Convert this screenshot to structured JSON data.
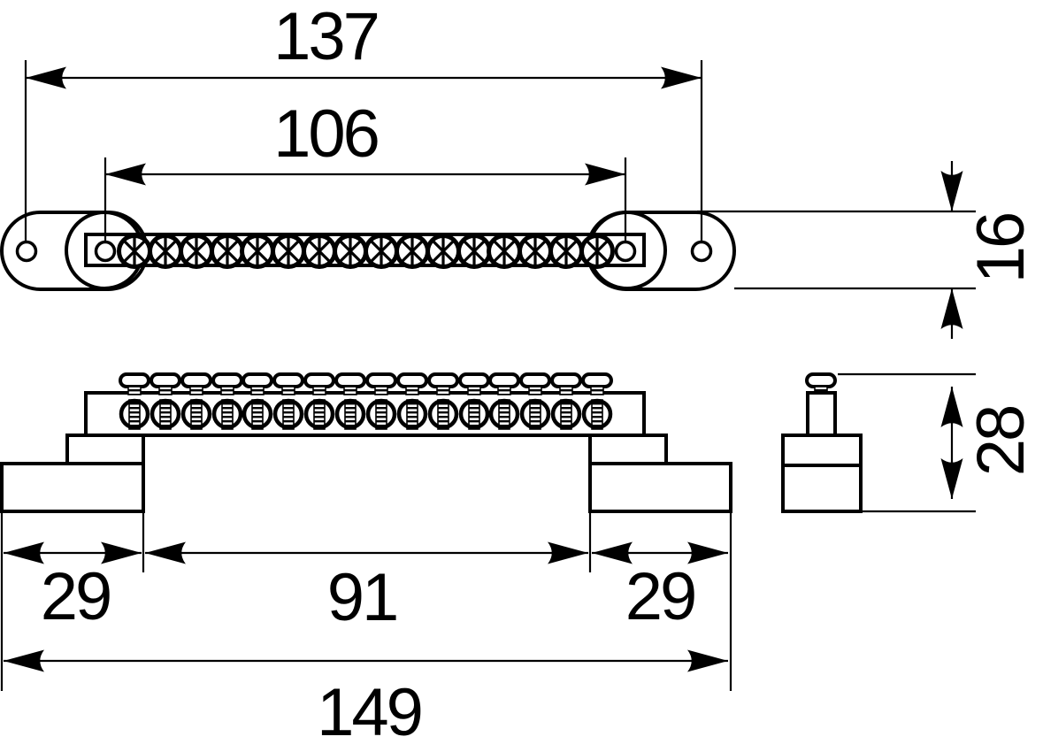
{
  "drawing": {
    "type": "technical-dimension-drawing",
    "subject": "screw terminal busbar block with mounting feet",
    "line_color": "#000000",
    "background_color": "#ffffff"
  },
  "dimensions": {
    "top_span": "137",
    "inner_span": "106",
    "depth": "16",
    "height": "28",
    "left_foot": "29",
    "center_span": "91",
    "right_foot": "29",
    "overall": "149"
  },
  "views": {
    "top_view": {
      "screw_count": 16,
      "end_hole_count": 4
    },
    "front_view": {
      "screw_count": 16,
      "foot_count": 2
    },
    "side_view": {
      "screw_count": 1
    }
  }
}
